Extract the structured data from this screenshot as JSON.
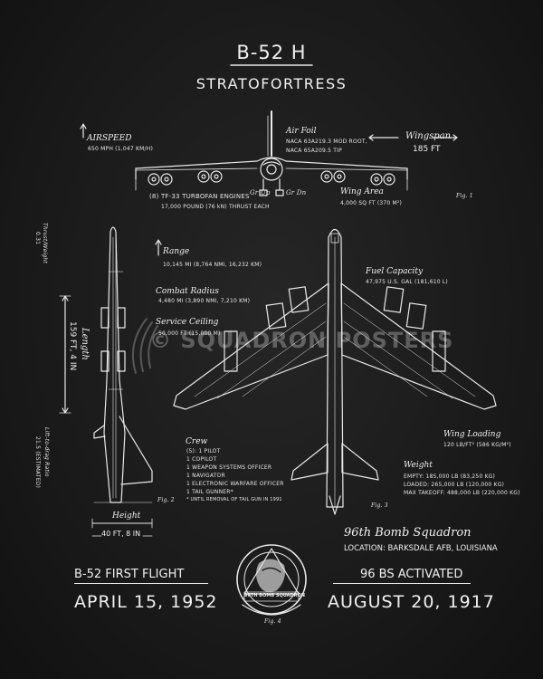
{
  "title": {
    "model": "B-52 H",
    "name": "STRATOFORTRESS"
  },
  "airspeed": {
    "label": "AIRSPEED",
    "value": "650 MPH (1,047 KM/H)"
  },
  "air_foil": {
    "label": "Air Foil",
    "line1": "NACA 63A219.3 MOD ROOT,",
    "line2": "NACA 65A209.5 TIP"
  },
  "wingspan": {
    "label": "Wingspan",
    "value": "185 FT"
  },
  "engines": {
    "line1": "(8) TF-33 TURBOFAN ENGINES",
    "line2": "17,000 POUND (76 kN) THRUST EACH"
  },
  "gear": {
    "up": "Gr Up",
    "down": "Gr Dn"
  },
  "wing_area": {
    "label": "Wing Area",
    "value": "4,000 SQ FT (370 M²)"
  },
  "fig1": "Fig. 1",
  "fig2": "Fig. 2",
  "fig3": "Fig. 3",
  "fig4": "Fig. 4",
  "thrust_weight": {
    "label": "Thrust/Weight",
    "value": "0.31"
  },
  "range": {
    "label": "Range",
    "value": "10,145 MI (8,764 NMI, 16,232 KM)"
  },
  "combat_radius": {
    "label": "Combat Radius",
    "value": "4,480 MI (3,890 NMI, 7,210 KM)"
  },
  "service_ceiling": {
    "label": "Service Ceiling",
    "value": "50,000 FT (15,000 M)"
  },
  "length": {
    "label": "Length",
    "value": "159 FT, 4 IN"
  },
  "lift_drag": {
    "label": "Lift-to-drag Ratio",
    "value": "21.5 (ESTIMATED)"
  },
  "fuel": {
    "label": "Fuel Capacity",
    "value": "47,975 U.S. GAL (181,610 L)"
  },
  "crew": {
    "label": "Crew",
    "lines": [
      "(5): 1 PILOT",
      "1 COPILOT",
      "1 WEAPON SYSTEMS OFFICER",
      "1 NAVIGATOR",
      "1 ELECTRONIC WARFARE OFFICER",
      "1 TAIL GUNNER*",
      "* UNTIL REMOVAL OF TAIL GUN IN 1991"
    ]
  },
  "wing_loading": {
    "label": "Wing Loading",
    "value": "120 LB/FT² (586 KG/M²)"
  },
  "weight": {
    "label": "Weight",
    "empty": "EMPTY: 185,000 LB (83,250 KG)",
    "loaded": "LOADED: 265,000 LB (120,000 KG)",
    "max": "MAX TAKEOFF: 488,000 LB (220,000 KG)"
  },
  "height": {
    "label": "Height",
    "value": "40 FT, 8 IN"
  },
  "watermark": "© SQUADRON POSTERS",
  "squadron": {
    "name": "96th Bomb Squadron",
    "location": "LOCATION: BARKSDALE AFB, LOUISIANA"
  },
  "first_flight": {
    "label": "B-52 FIRST FLIGHT",
    "date": "APRIL 15, 1952"
  },
  "activated": {
    "label": "96 BS ACTIVATED",
    "date": "AUGUST 20, 1917"
  },
  "emblem": {
    "text": "96TH BOMB SQUADRON"
  }
}
